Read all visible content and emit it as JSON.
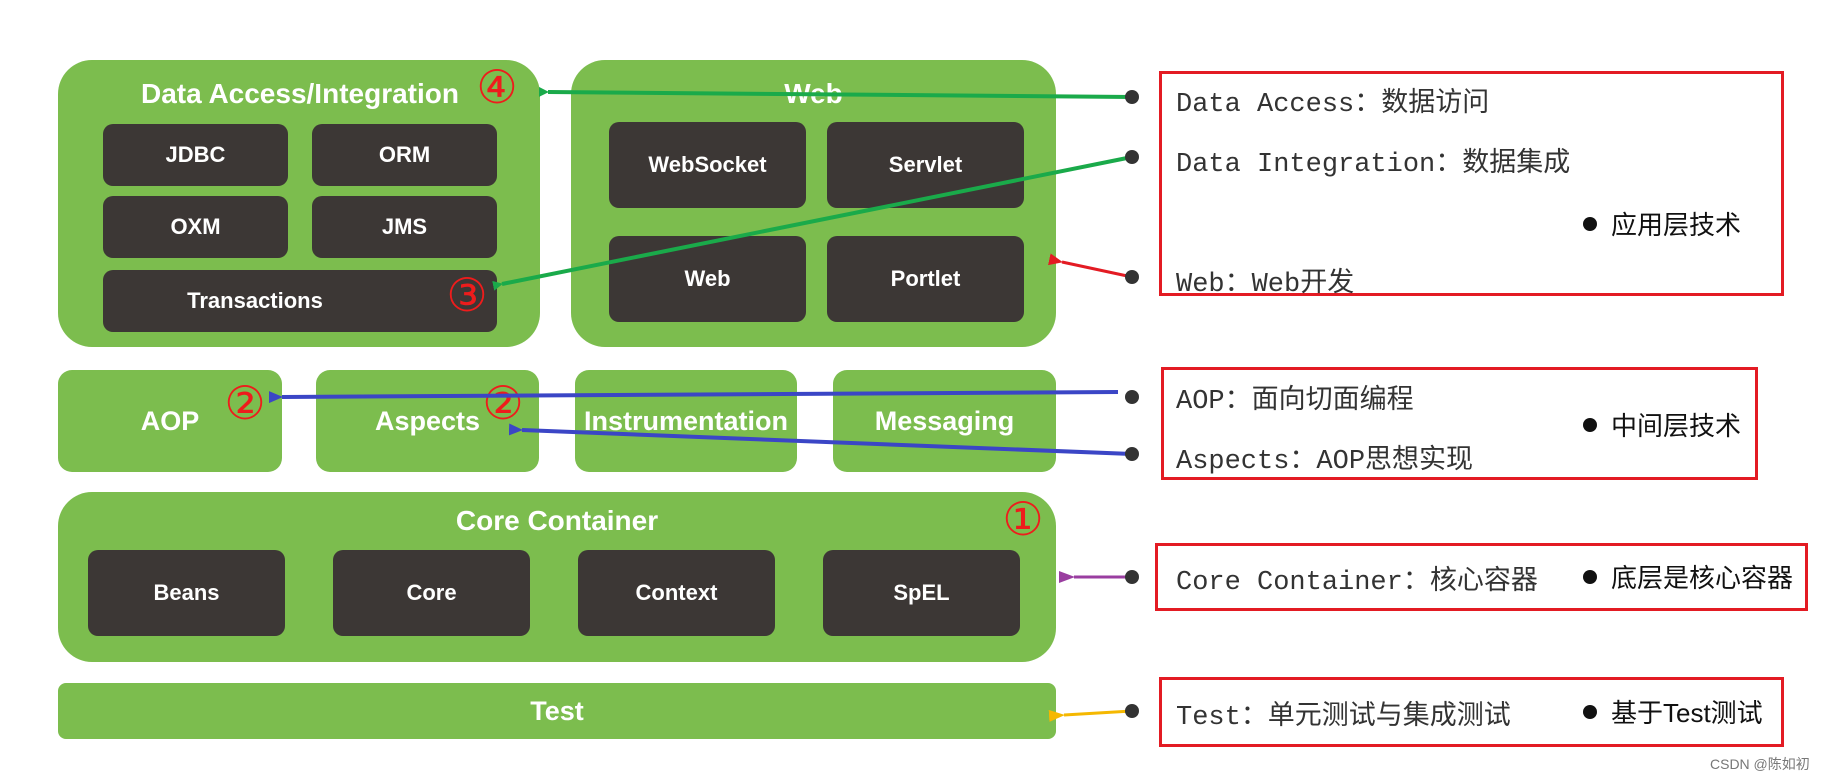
{
  "diagram": {
    "groups": {
      "data_access": {
        "title": "Data Access/Integration",
        "marker": "④",
        "items": [
          "JDBC",
          "ORM",
          "OXM",
          "JMS"
        ],
        "transactions": "Transactions",
        "tx_marker": "③"
      },
      "web": {
        "title": "Web",
        "items": [
          "WebSocket",
          "Servlet",
          "Web",
          "Portlet"
        ]
      },
      "middle": [
        {
          "label": "AOP",
          "marker": "②"
        },
        {
          "label": "Aspects",
          "marker": "②"
        },
        {
          "label": "Instrumentation"
        },
        {
          "label": "Messaging"
        }
      ],
      "core": {
        "title": "Core Container",
        "marker": "①",
        "items": [
          "Beans",
          "Core",
          "Context",
          "SpEL"
        ]
      },
      "test": {
        "title": "Test"
      }
    },
    "notes": {
      "app_layer": {
        "lines": [
          "Data Access：数据访问",
          "Data Integration：数据集成",
          "Web：Web开发"
        ],
        "tag": "应用层技术"
      },
      "middle_layer": {
        "lines": [
          "AOP：面向切面编程",
          "Aspects：AOP思想实现"
        ],
        "tag": "中间层技术"
      },
      "core_layer": {
        "line": "Core Container：核心容器",
        "tag": "底层是核心容器"
      },
      "test_layer": {
        "line": "Test：单元测试与集成测试",
        "tag": "基于Test测试"
      }
    },
    "colors": {
      "module_green": "#7cbd4e",
      "component_dark": "#3c3735",
      "marker_red": "#ee1c1c",
      "panel_border": "#e31b23",
      "arrow_green": "#1aaa4a",
      "arrow_red": "#e31b23",
      "arrow_blue": "#3b46c6",
      "arrow_purple": "#9a3ea0",
      "arrow_yellow": "#f5b800"
    },
    "footer": "CSDN @陈如初"
  }
}
